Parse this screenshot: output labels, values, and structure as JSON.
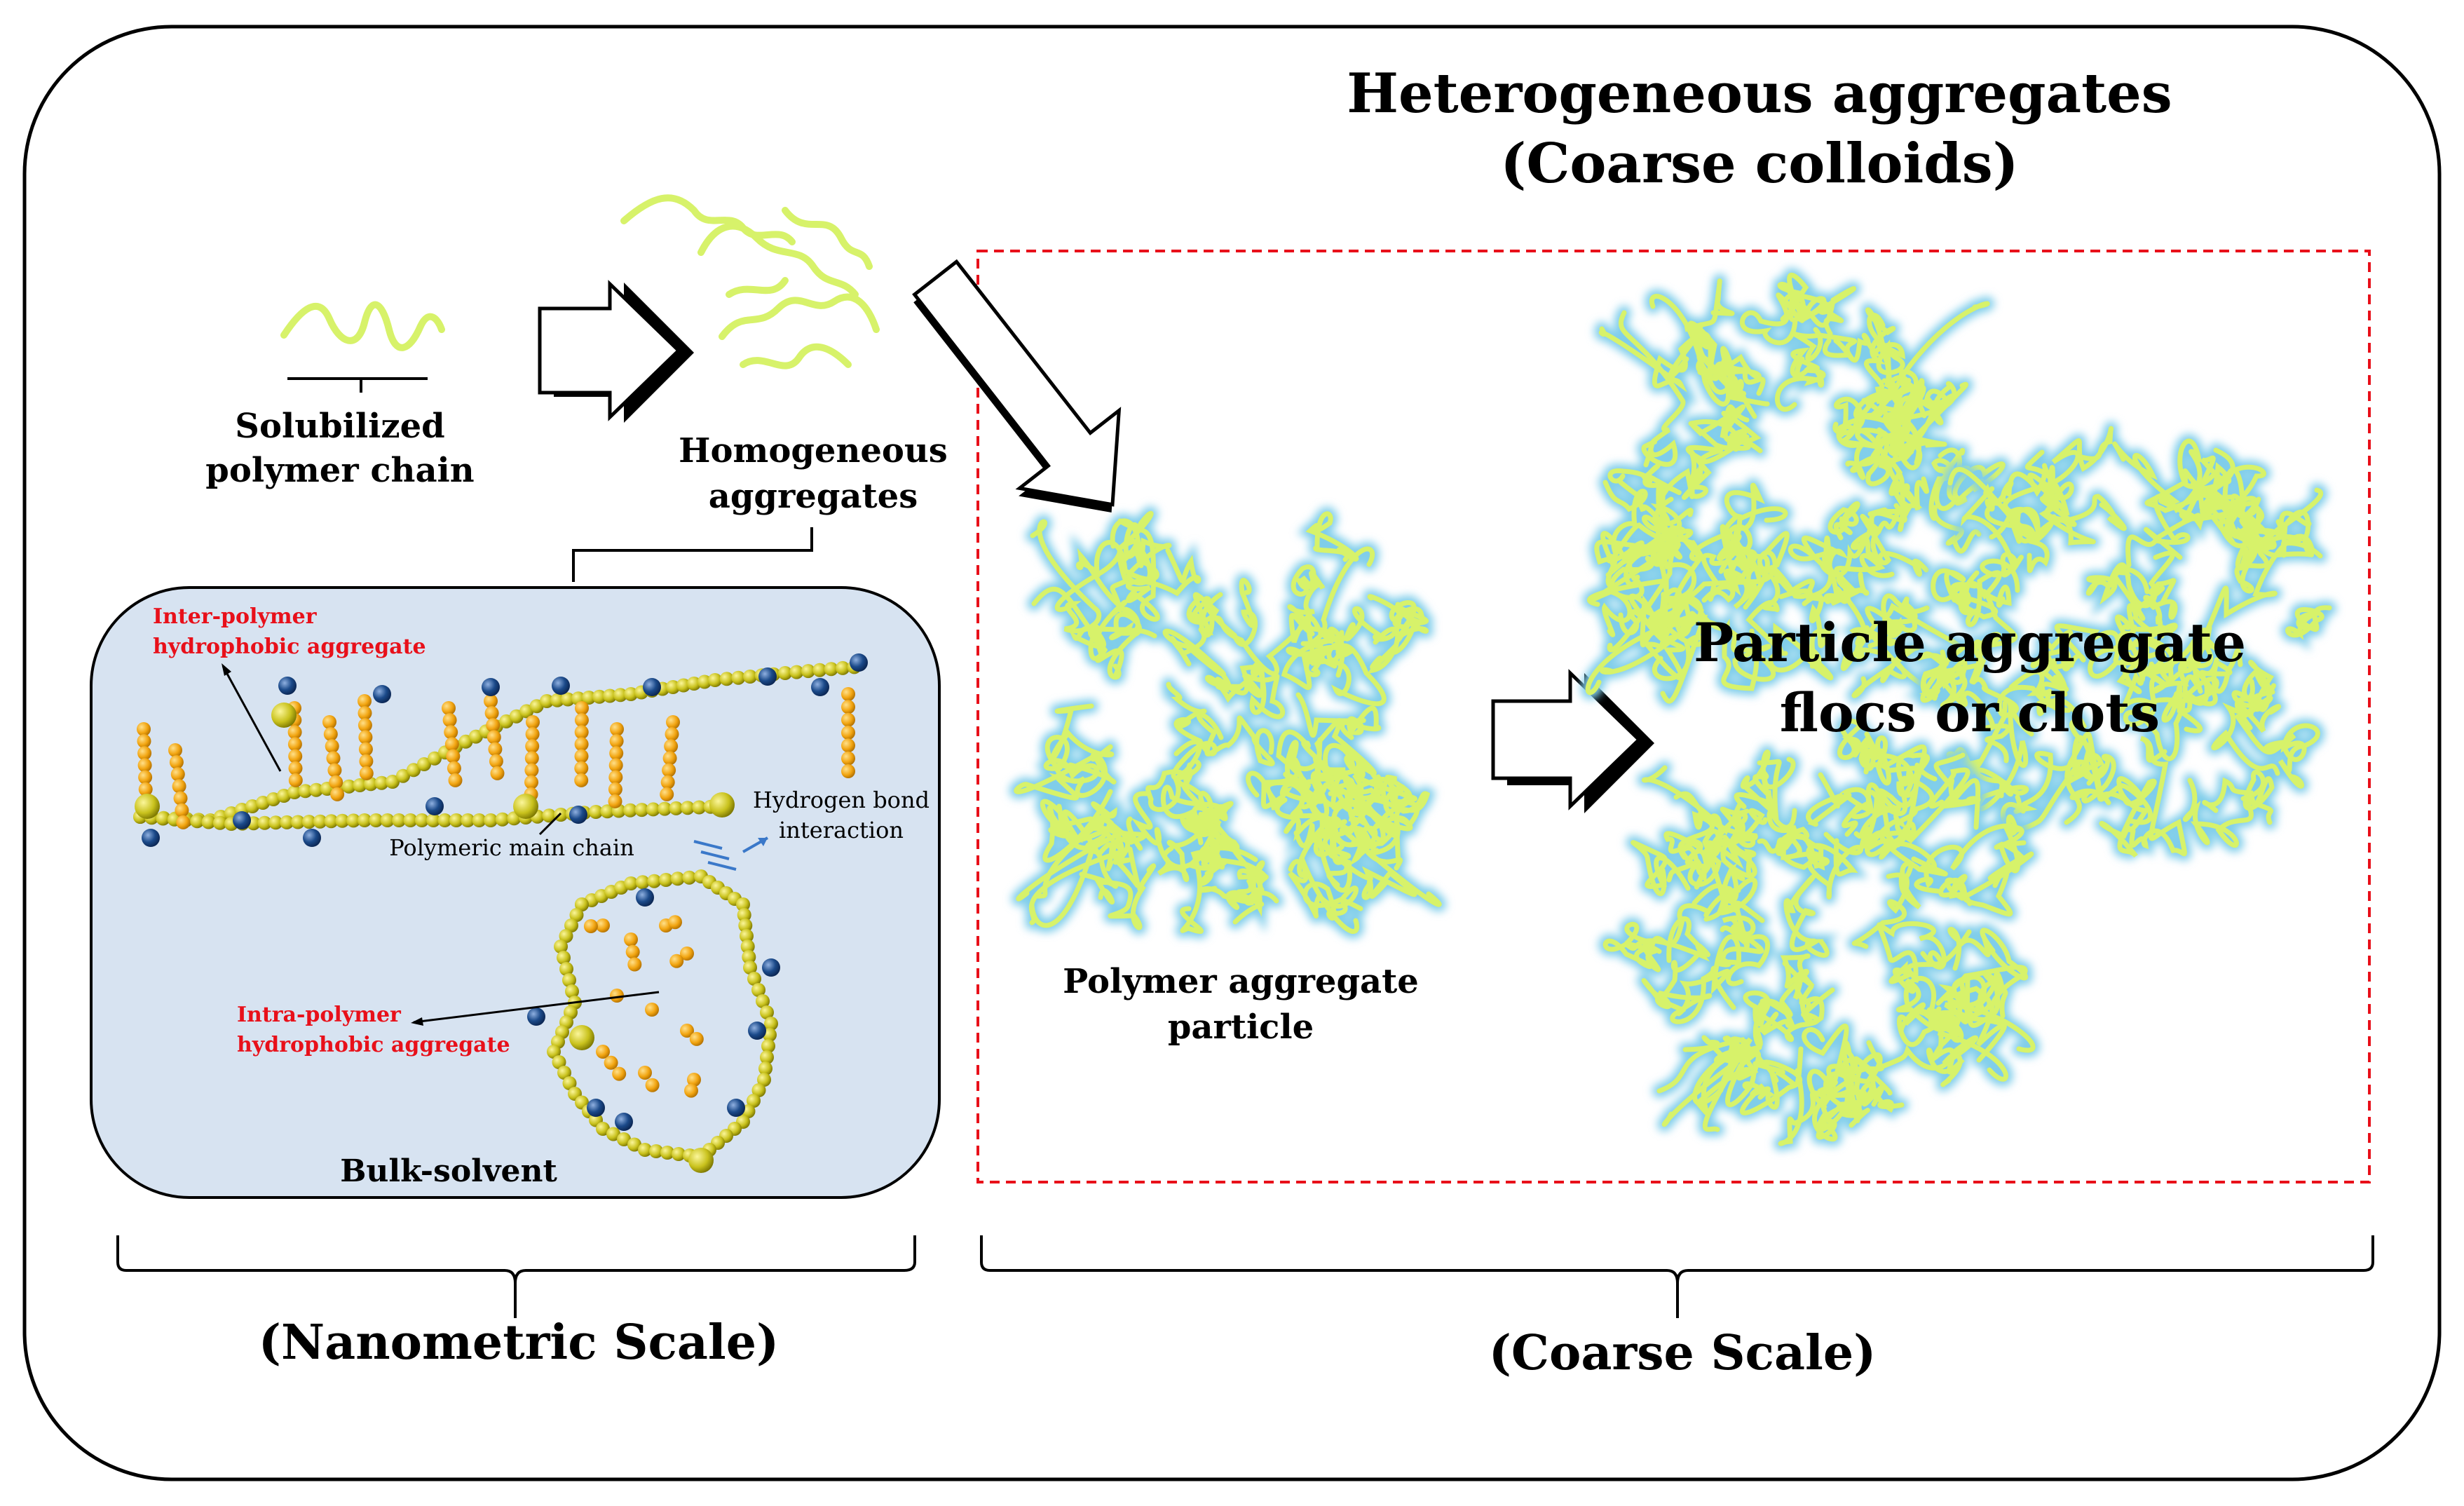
{
  "title": {
    "line1": "Heterogeneous aggregates",
    "line2": "(Coarse colloids)"
  },
  "labels": {
    "solubilized_line1": "Solubilized",
    "solubilized_line2": "polymer chain",
    "homogeneous_line1": "Homogeneous",
    "homogeneous_line2": "aggregates",
    "particle_line1": "Polymer aggregate",
    "particle_line2": "particle",
    "flocs_line1": "Particle aggregate",
    "flocs_line2": "flocs or clots"
  },
  "inset": {
    "inter_line1": "Inter-polymer",
    "inter_line2": "hydrophobic aggregate",
    "intra_line1": "Intra-polymer",
    "intra_line2": "hydrophobic aggregate",
    "hbond_line1": "Hydrogen bond",
    "hbond_line2": "interaction",
    "main_chain": "Polymeric main chain",
    "bulk": "Bulk-solvent"
  },
  "scales": {
    "nanometric": "(Nanometric Scale)",
    "coarse": "(Coarse Scale)"
  },
  "colors": {
    "chain_yellow": "#d7f26a",
    "chain_halo": "#7fcdea",
    "inset_bg": "#d7e3f1",
    "bead_orange": "#f2a511",
    "bead_olive": "#c9c21d",
    "bead_blue": "#1b4a8a",
    "dashed_red": "#e8101a",
    "label_red": "#e8101a"
  }
}
